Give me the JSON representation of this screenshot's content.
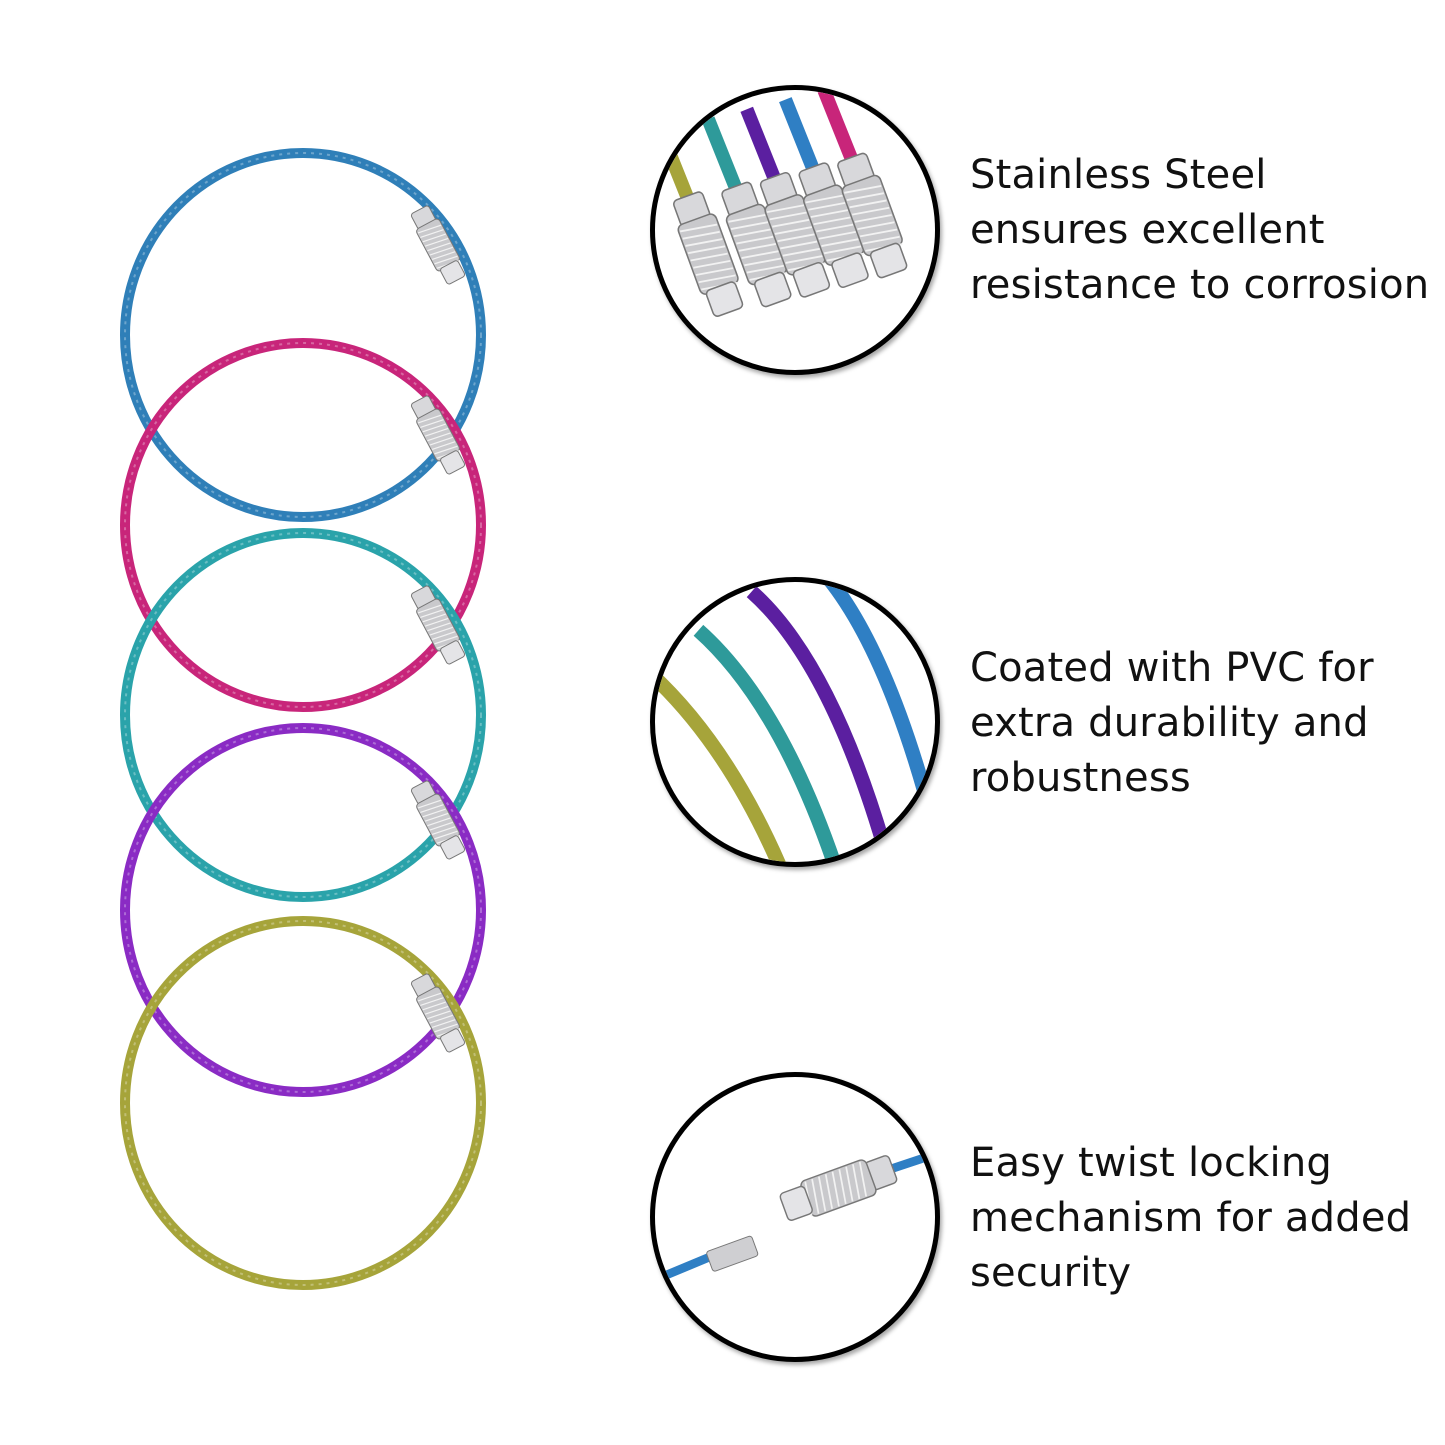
{
  "product": {
    "rings": [
      {
        "color": "#2f7fb8",
        "name": "blue"
      },
      {
        "color": "#c8257a",
        "name": "pink"
      },
      {
        "color": "#2aa3aa",
        "name": "teal"
      },
      {
        "color": "#8a2bc4",
        "name": "purple"
      },
      {
        "color": "#a6a43a",
        "name": "olive"
      }
    ],
    "clasp_color": "#c9c9cc"
  },
  "features": [
    {
      "text": "Stainless Steel ensures excellent resistance to corrosion",
      "icon": "clasp-closeup-icon"
    },
    {
      "text": "Coated with PVC for extra durability and robustness",
      "icon": "cable-closeup-icon"
    },
    {
      "text": "Easy twist locking mechanism for added security",
      "icon": "twist-lock-icon"
    }
  ],
  "cable_colors": [
    "#a6a43a",
    "#2e9a9a",
    "#5b1fa0",
    "#2f7fc4",
    "#c8257a"
  ]
}
